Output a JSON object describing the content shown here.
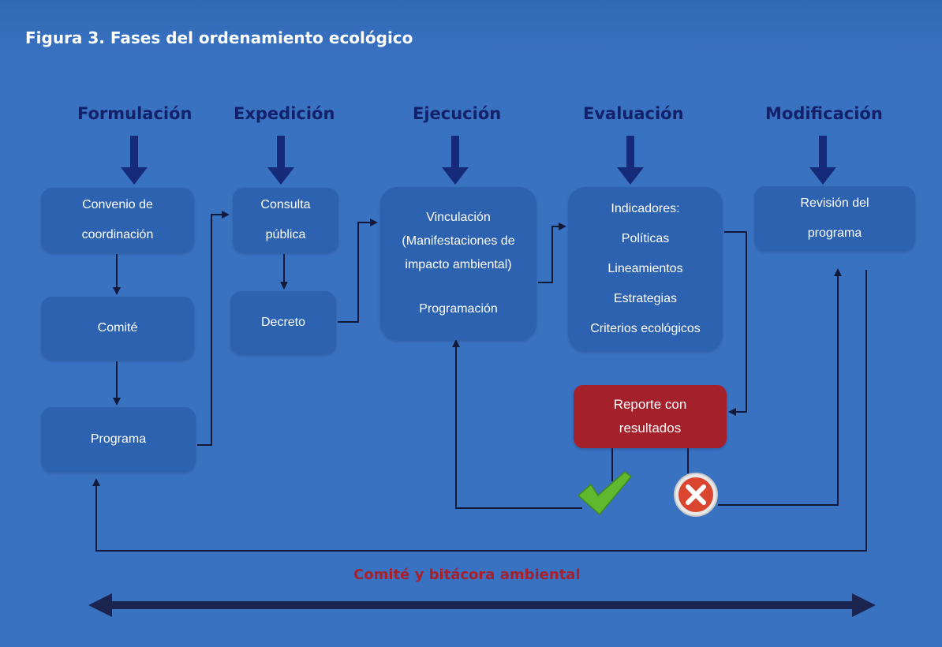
{
  "title": "Figura 3. Fases del ordenamiento ecológico",
  "phases": [
    "Formulación",
    "Expedición",
    "Ejecución",
    "Evaluación",
    "Modificación"
  ],
  "boxes": {
    "convenio": [
      "Convenio de",
      "coordinación"
    ],
    "comite": [
      "Comité"
    ],
    "programa": [
      "Programa"
    ],
    "consulta": [
      "Consulta",
      "pública"
    ],
    "decreto": [
      "Decreto"
    ],
    "vinculacion": [
      "Vinculación",
      "(Manifestaciones de",
      "impacto ambiental)",
      "",
      "Programación"
    ],
    "indicadores": [
      "Indicadores:",
      "Políticas",
      "Lineamientos",
      "Estrategias",
      "Criterios ecológicos"
    ],
    "revision": [
      "Revisión del",
      "programa"
    ],
    "reporte": [
      "Reporte con",
      "resultados"
    ]
  },
  "bottom_label": "Comité y bitácora ambiental",
  "colors": {
    "background": "#3a72c2",
    "box": "#2c62b0",
    "report_box": "#a4202a",
    "phase_text": "#13216b",
    "arrow": "#152a78",
    "accent_label": "#a8202c",
    "check": "#5fb82e",
    "cross": "#d9452f"
  },
  "icons": {
    "approved": "check-icon",
    "rejected": "cross-icon"
  }
}
